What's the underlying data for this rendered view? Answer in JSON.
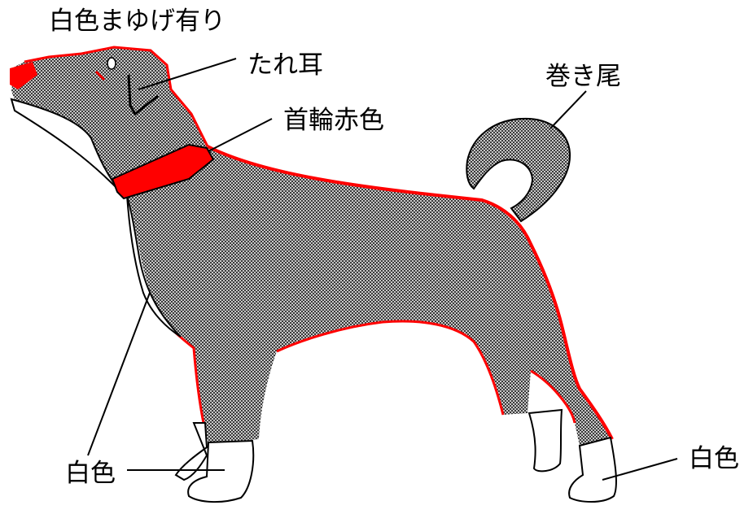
{
  "labels": {
    "eyebrow": "白色まゆげ有り",
    "ear": "たれ耳",
    "collar": "首輪赤色",
    "tail": "巻き尾",
    "chest": "白色",
    "feet": "白色"
  },
  "colors": {
    "coat": "#8a8a8a",
    "outline_red": "#ff0000",
    "collar": "#ff0000",
    "white_parts": "#ffffff",
    "line": "#000000"
  }
}
